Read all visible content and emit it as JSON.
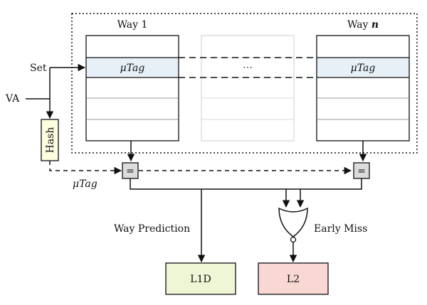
{
  "labels": {
    "way1": "Way 1",
    "wayn_prefix": "Way ",
    "wayn_var": "n",
    "set": "Set",
    "va": "VA",
    "hash": "Hash",
    "utag_cell": "μTag",
    "ellipsis": "⋯",
    "utag_hash": "μTag",
    "way_prediction": "Way Prediction",
    "early_miss": "Early Miss",
    "l1d": "L1D",
    "l2": "L2",
    "cmp": "="
  },
  "colors": {
    "tag_row": "#e7f0f7",
    "hash_box": "#fffde0",
    "l1d_box": "#eef6d6",
    "l2_box": "#f9d8d4",
    "comparator": "#dcdcdc",
    "ghost_way": "#d9d9d9",
    "line": "#111111"
  }
}
